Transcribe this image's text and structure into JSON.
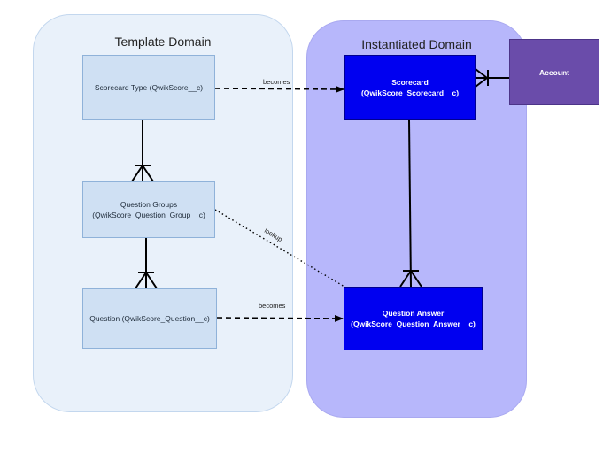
{
  "domains": {
    "template": {
      "title": "Template Domain"
    },
    "instantiated": {
      "title": "Instantiated Domain"
    }
  },
  "entities": {
    "scorecard_type": "Scorecard Type (QwikScore__c)",
    "question_groups": "Question Groups\n(QwikScore_Question_Group__c)",
    "question": "Question (QwikScore_Question__c)",
    "scorecard": "Scorecard\n(QwikScore_Scorecard__c)",
    "question_answer": "Question Answer\n(QwikScore_Question_Answer__c)",
    "account": "Account"
  },
  "edges": {
    "scorecard_type_to_scorecard": "becomes",
    "question_to_question_answer": "becomes",
    "question_groups_to_question_answer": "lookup"
  },
  "colors": {
    "template_domain_fill": "#e9f1fa",
    "instantiated_domain_fill": "#b7b7fb",
    "template_entity_fill": "#cfe0f3",
    "instance_entity_fill": "#0000f0",
    "account_fill": "#6a4caa"
  }
}
